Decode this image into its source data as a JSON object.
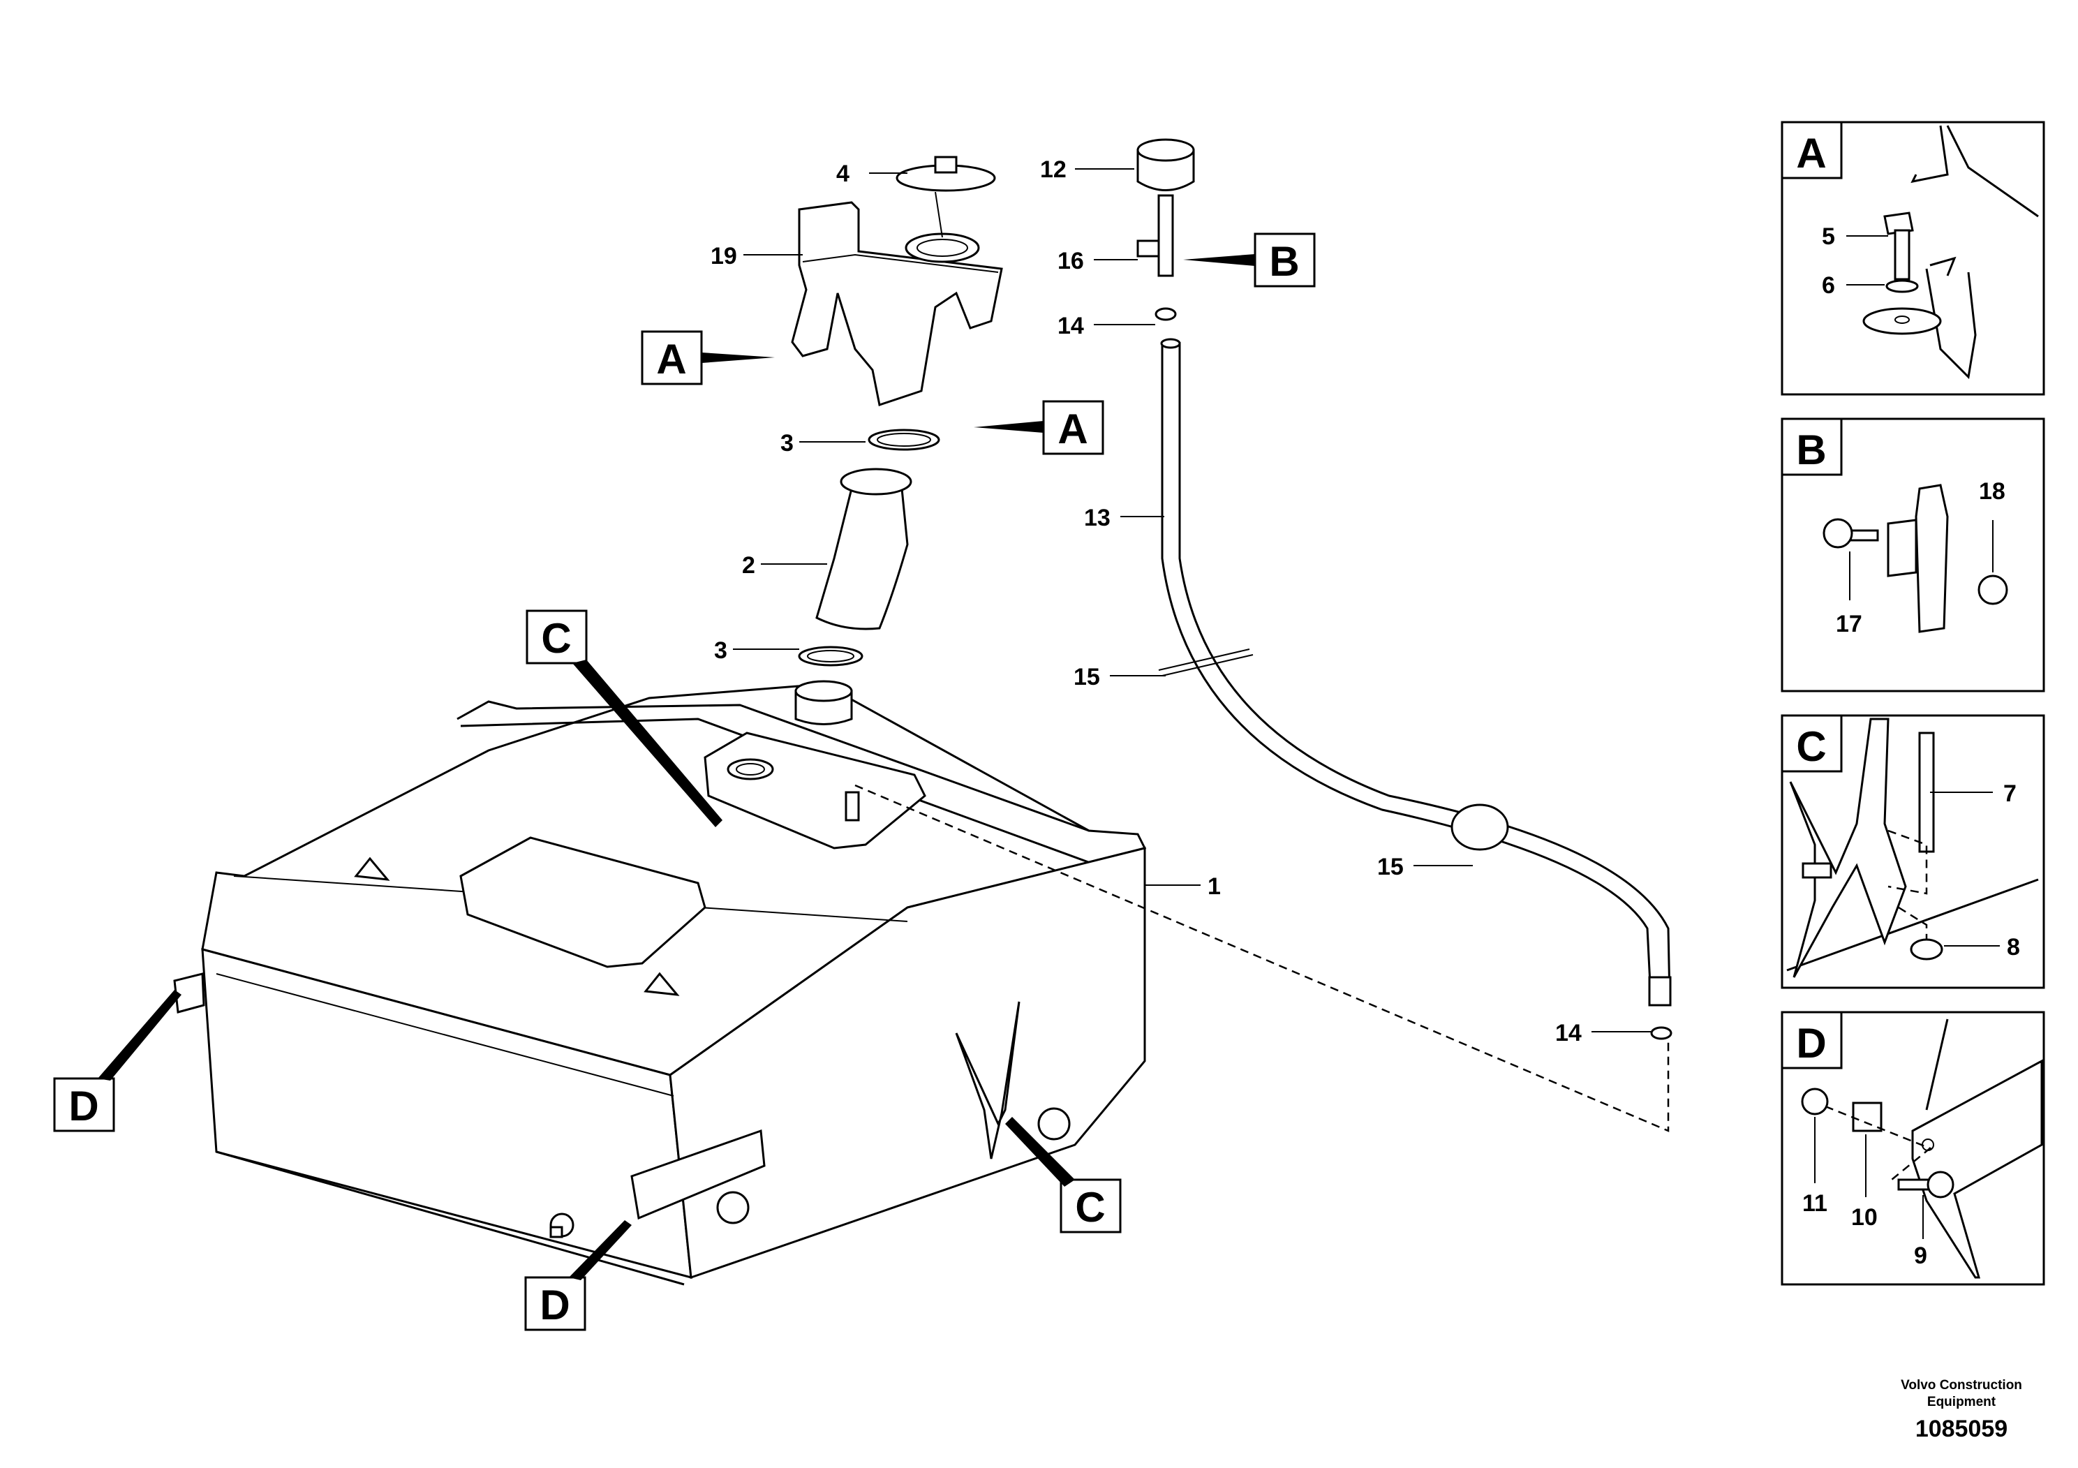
{
  "callouts": {
    "c1": "1",
    "c2": "2",
    "c3a": "3",
    "c3b": "3",
    "c4": "4",
    "c12": "12",
    "c13": "13",
    "c14a": "14",
    "c14b": "14",
    "c15a": "15",
    "c15b": "15",
    "c16": "16",
    "c19": "19"
  },
  "references": {
    "a1": "A",
    "a2": "A",
    "b1": "B",
    "c1": "C",
    "c2": "C",
    "d1": "D",
    "d2": "D"
  },
  "detail_panels": {
    "a": {
      "letter": "A",
      "callouts": {
        "p5": "5",
        "p6": "6"
      }
    },
    "b": {
      "letter": "B",
      "callouts": {
        "p17": "17",
        "p18": "18"
      }
    },
    "c": {
      "letter": "C",
      "callouts": {
        "p7": "7",
        "p8": "8"
      }
    },
    "d": {
      "letter": "D",
      "callouts": {
        "p9": "9",
        "p10": "10",
        "p11": "11"
      }
    }
  },
  "footer": {
    "line1": "Volvo Construction",
    "line2": "Equipment",
    "number": "1085059"
  }
}
